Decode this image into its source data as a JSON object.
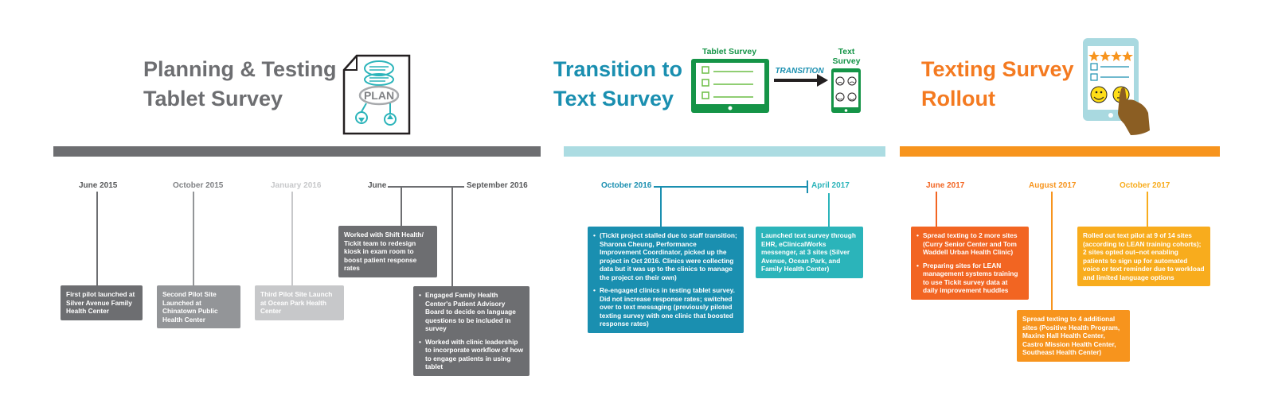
{
  "phases": {
    "planning": {
      "title_line1": "Planning & Testing",
      "title_line2": "Tablet Survey",
      "icon_text": "PLAN",
      "color": "#6d6e71"
    },
    "transition": {
      "title_line1": "Transition to",
      "title_line2": "Text Survey",
      "tablet_label": "Tablet Survey",
      "arrow_label": "TRANSITION",
      "text_label_line1": "Text",
      "text_label_line2": "Survey",
      "color": "#1a8fb0",
      "band_color": "#acdce2"
    },
    "rollout": {
      "title_line1": "Texting Survey",
      "title_line2": "Rollout",
      "color": "#f47a20",
      "band_color": "#f7941d"
    }
  },
  "dates": {
    "june2015": "June 2015",
    "october2015": "October 2015",
    "january2016": "January 2016",
    "june": "June",
    "september2016": "September 2016",
    "october2016": "October 2016",
    "april2017": "April 2017",
    "june2017": "June 2017",
    "august2017": "August 2017",
    "october2017": "October 2017"
  },
  "events": {
    "e1": "First pilot launched at Silver Avenue Family Health Center",
    "e2": "Second Pilot Site Launched at Chinatown Public Health Center",
    "e3": "Third Pilot Site Launch at Ocean Park Health Center",
    "e4": "Worked with Shift Health/ Tickit team to redesign kiosk in exam room to boost patient response rates",
    "e5": [
      "Engaged Family Health Center's Patient Advisory Board to decide on language questions to be included in survey",
      "Worked with clinic leadership to incorporate workflow of how to engage patients in using tablet"
    ],
    "e6": [
      "(Tickit project stalled due to staff transition; Sharona Cheung, Performance Improvement Coordinator, picked up the project in Oct 2016. Clinics were collecting data but it was up to the clinics to manage the project on their own)",
      "Re-engaged clinics in testing tablet survey. Did not increase response rates; switched over to text messaging (previously piloted texting survey with one clinic that boosted response rates)"
    ],
    "e7": "Launched text survey through EHR, eClinicalWorks messenger, at 3 sites (Silver Avenue, Ocean Park, and Family Health Center)",
    "e8": [
      "Spread texting to 2 more sites (Curry Senior Center and Tom Waddell Urban Health Clinic)",
      "Preparing sites for LEAN management systems training to use Tickit survey data at daily improvement huddles"
    ],
    "e9": "Spread texting to 4 additional sites (Positive Health Program, Maxine Hall Health Center, Castro Mission Health Center, Southeast Health Center)",
    "e10": "Rolled out text pilot at 9 of 14 sites (according to LEAN training cohorts); 2 sites opted out–not enabling patients to sign up for automated voice or text reminder due to workload and limited language options"
  }
}
